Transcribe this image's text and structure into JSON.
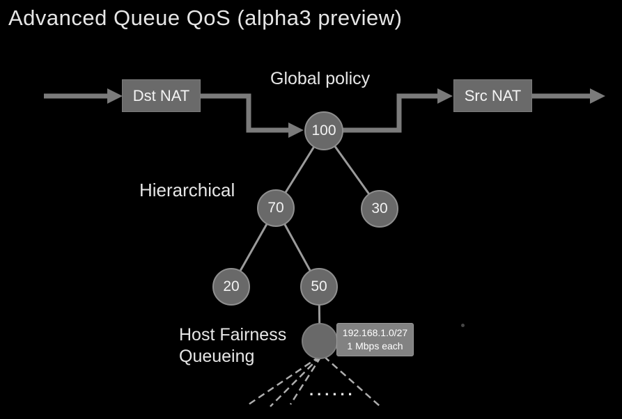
{
  "title": "Advanced Queue QoS (alpha3 preview)",
  "flow": {
    "dst_nat": "Dst NAT",
    "src_nat": "Src NAT",
    "global_policy_label": "Global policy"
  },
  "tree": {
    "section_label": "Hierarchical",
    "root": "100",
    "children": [
      "70",
      "30"
    ],
    "grandchildren": [
      "20",
      "50"
    ]
  },
  "hfq": {
    "label_line1": "Host Fairness",
    "label_line2": "Queueing",
    "callout_line1": "192.168.1.0/27",
    "callout_line2": "1 Mbps each",
    "ellipsis": "......"
  },
  "colors": {
    "background": "#000000",
    "arrow_gray": "#7b7b7b",
    "box_gray": "#6a6a6a",
    "node_gray": "#696969",
    "node_ring": "#8f8f8f",
    "edge_gray": "#9b9b9b",
    "dashed_gray": "#aeaeae",
    "callout_gray": "#828282",
    "text_light": "#e6e6e6"
  }
}
